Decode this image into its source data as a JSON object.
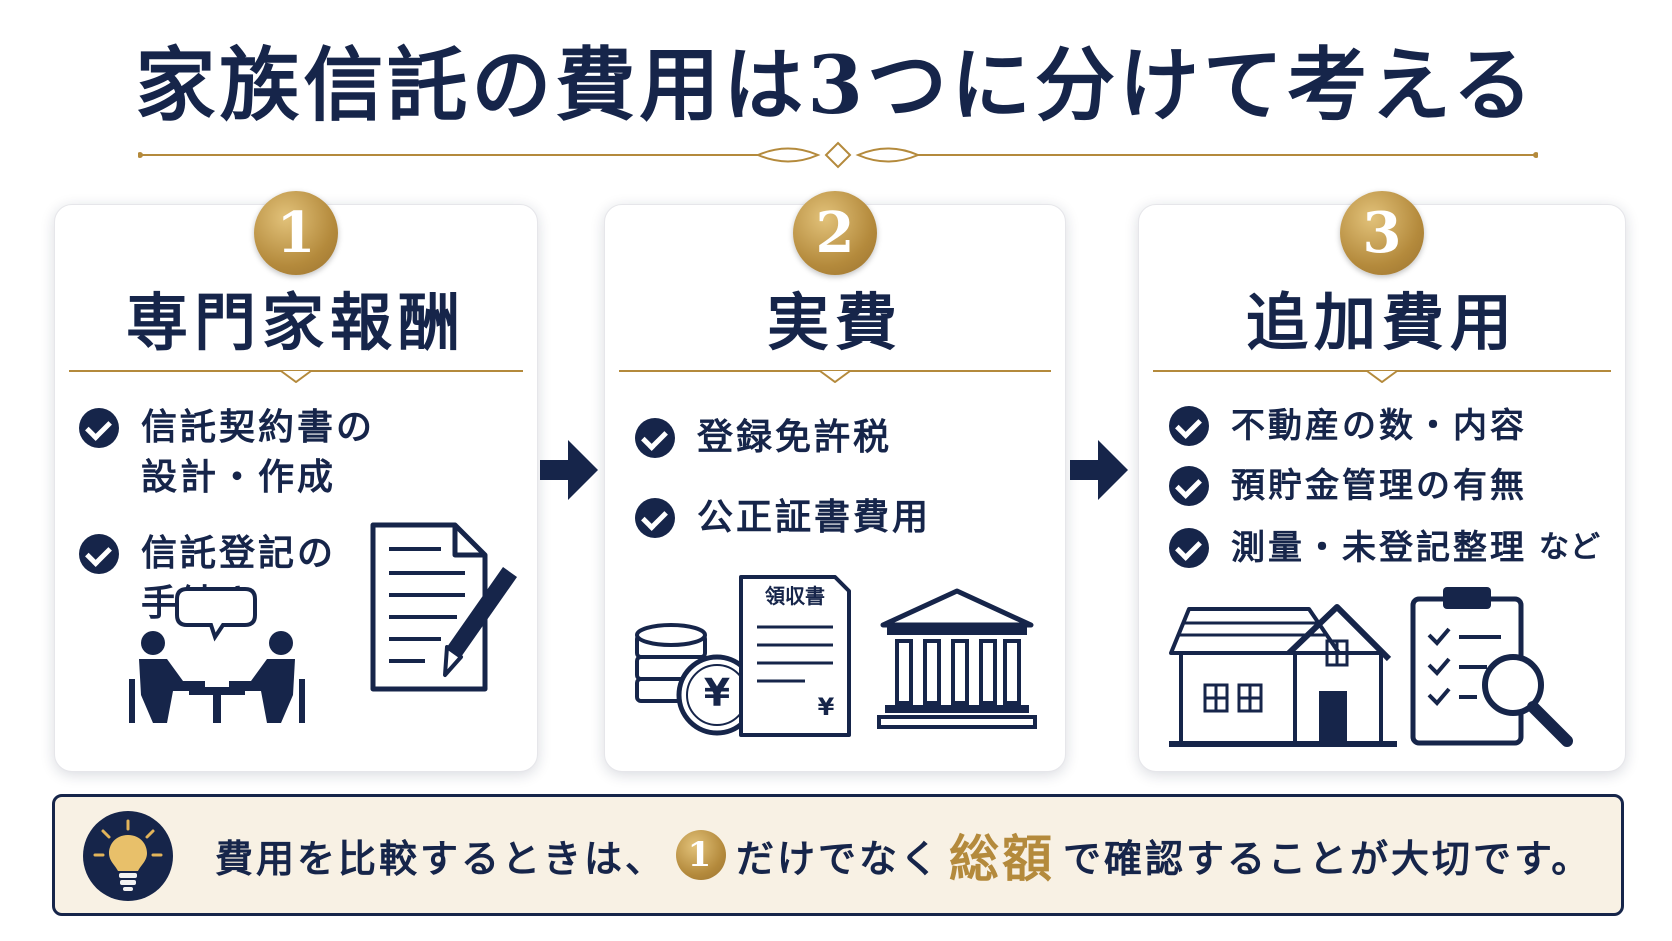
{
  "title": "家族信託の費用は3つに分けて考える",
  "cards": [
    {
      "number": "1",
      "title": "専門家報酬",
      "items": [
        {
          "text": "信託契約書の\n設計・作成"
        },
        {
          "text": "信託登記の\n手続き"
        }
      ],
      "icons": [
        "document-pen-icon",
        "meeting-icon"
      ]
    },
    {
      "number": "2",
      "title": "実費",
      "items": [
        {
          "text": "登録免許税"
        },
        {
          "text": "公正証書費用"
        }
      ],
      "receipt_label": "領収書",
      "yen_symbol": "¥",
      "icons": [
        "coins-yen-icon",
        "receipt-icon",
        "bank-building-icon"
      ]
    },
    {
      "number": "3",
      "title": "追加費用",
      "items": [
        {
          "text": "不動産の数・内容"
        },
        {
          "text": "預貯金管理の有無"
        },
        {
          "text": "測量・未登記整理",
          "suffix": "など"
        }
      ],
      "icons": [
        "house-icon",
        "clipboard-search-icon"
      ]
    }
  ],
  "bottom": {
    "pre": "費用を比較するときは、",
    "number": "1",
    "mid": "だけでなく",
    "highlight": "総額",
    "post": "で確認することが大切です。",
    "icon": "lightbulb-icon"
  },
  "colors": {
    "navy": "#16254a",
    "gold": "#b48a3c",
    "cream": "#f8f1e4"
  }
}
